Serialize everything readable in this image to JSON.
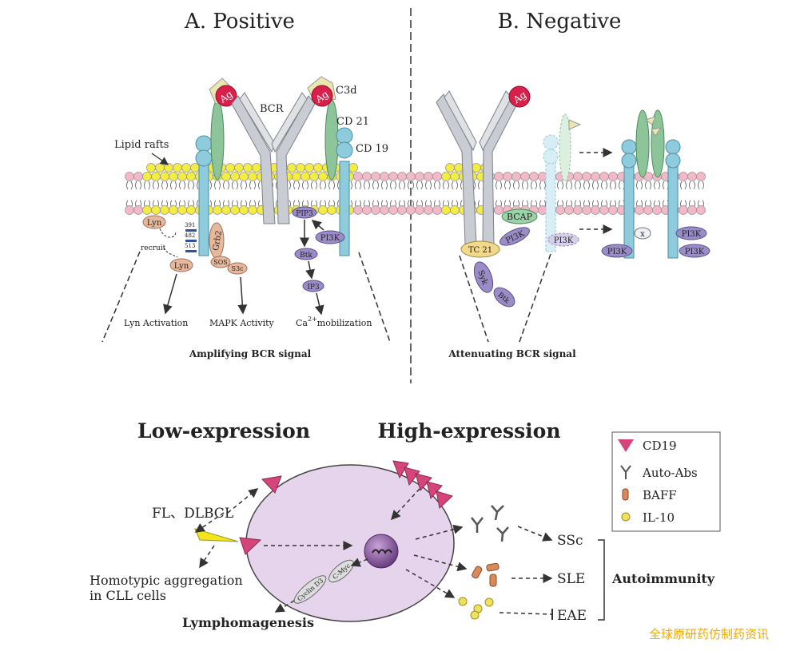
{
  "panel_a": {
    "title": "A. Positive",
    "labels": {
      "lipid_rafts": "Lipid rafts",
      "bcr": "BCR",
      "c3d": "C3d",
      "cd21": "CD 21",
      "cd19": "CD 19",
      "ag": "Ag",
      "lyn": "Lyn",
      "recruit": "recruit",
      "grb2": "Grb2",
      "sos": "SOS",
      "s3c": "S3c",
      "pip3": "PIP3",
      "pi3k": "PI3K",
      "btk": "Btk",
      "ip3": "IP3",
      "y391": "391",
      "y482": "482",
      "y513": "513",
      "lyn_activation": "Lyn Activation",
      "mapk_activity": "MAPK Activity",
      "ca_prefix": "Ca",
      "ca_sup": "2+",
      "ca_suffix": "mobilization"
    },
    "caption": "Amplifying BCR signal"
  },
  "panel_b": {
    "title": "B. Negative",
    "labels": {
      "ag": "Ag",
      "bcap": "BCAP",
      "tc21": "TC 21",
      "pi3k": "PI3K",
      "syk": "Syk",
      "btk": "Btk",
      "x": "x"
    },
    "caption": "Attenuating BCR signal"
  },
  "bottom": {
    "low_expression": "Low-expression",
    "high_expression": "High-expression",
    "fl_dlbcl": "FL、DLBCL",
    "homotypic_line1": "Homotypic aggregation",
    "homotypic_line2": "in CLL cells",
    "lymphomagenesis": "Lymphomagenesis",
    "cmyc": "C-Myc",
    "cyclin": "Cyclin D3",
    "ssc": "SSc",
    "sle": "SLE",
    "eae": "EAE",
    "autoimmunity": "Autoimmunity"
  },
  "legend": {
    "items": [
      {
        "label": "CD19",
        "icon": "triangle-icon",
        "color": "#d6457a"
      },
      {
        "label": "Auto-Abs",
        "icon": "antibody-y-icon",
        "color": "#555555"
      },
      {
        "label": "BAFF",
        "icon": "capsule-icon",
        "color": "#d98a5a"
      },
      {
        "label": "IL-10",
        "icon": "circle-icon",
        "color": "#f0e060"
      }
    ]
  },
  "watermark": "全球原研药仿制药资讯",
  "colors": {
    "membrane_pink": "#f4b8c8",
    "raft_yellow": "#f4ec40",
    "cd19_blue": "#8ecbdc",
    "cd21_green": "#8dc49a",
    "bcr_gray": "#c9ccd2",
    "ag_red": "#d8204a",
    "cell_lilac": "#e6d4ec",
    "nucleus_purple": "#7d4c92"
  }
}
